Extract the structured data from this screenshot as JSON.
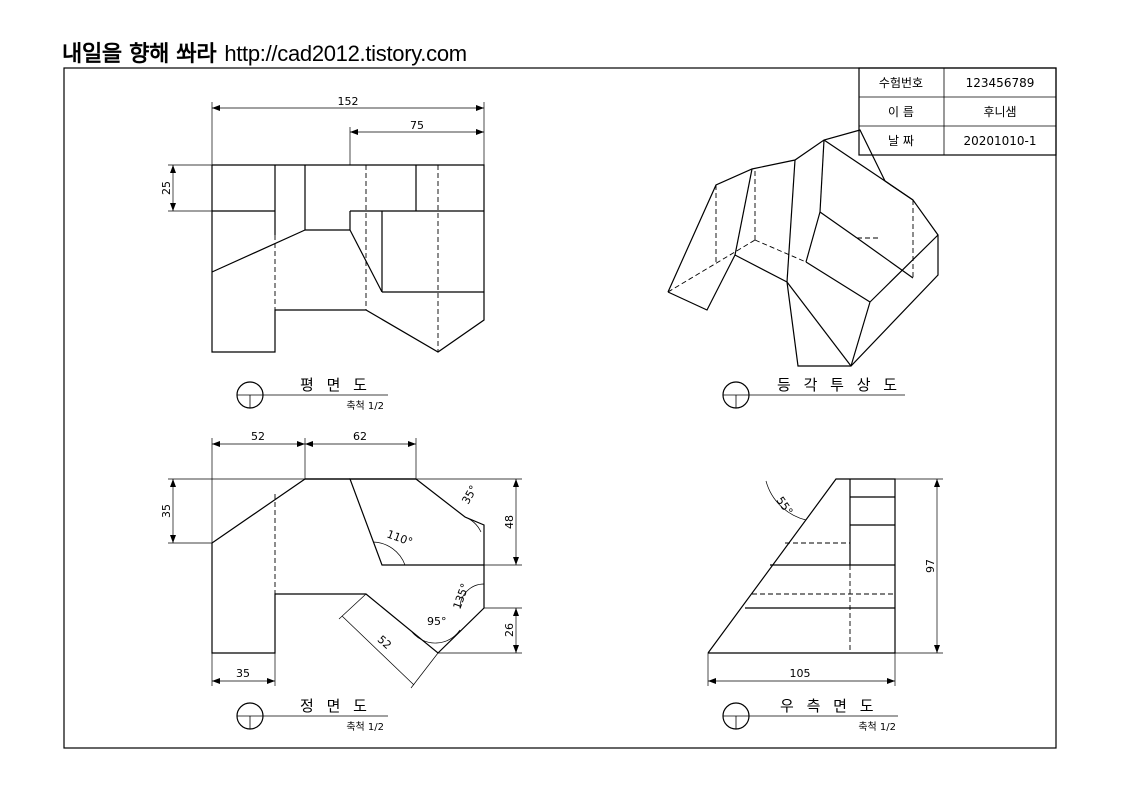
{
  "header": {
    "blog_title": "내일을 향해 쏴라",
    "url": "http://cad2012.tistory.com"
  },
  "title_block": {
    "rows": [
      {
        "label": "수험번호",
        "value": "123456789"
      },
      {
        "label": "이 름",
        "value": "후니샘"
      },
      {
        "label": "날 짜",
        "value": "20201010-1"
      }
    ]
  },
  "views": {
    "plan": {
      "title": "평 면 도",
      "scale": "축척 1/2"
    },
    "iso": {
      "title": "등 각 투 상 도"
    },
    "front": {
      "title": "정 면 도",
      "scale": "축척 1/2"
    },
    "right": {
      "title": "우 측 면 도",
      "scale": "축척 1/2"
    }
  },
  "dimensions": {
    "plan": {
      "overall_width": "152",
      "right_width": "75",
      "top_depth": "25"
    },
    "front": {
      "left_width": "52",
      "mid_width": "62",
      "left_height": "35",
      "right_height": "48",
      "bottom_right_height": "26",
      "bottom_left_width": "35",
      "slant_length": "52",
      "angle_top_right": "35°",
      "angle_notch": "110°",
      "angle_lower": "135°",
      "angle_v": "95°"
    },
    "right": {
      "height": "97",
      "width": "105",
      "angle": "55°"
    }
  }
}
